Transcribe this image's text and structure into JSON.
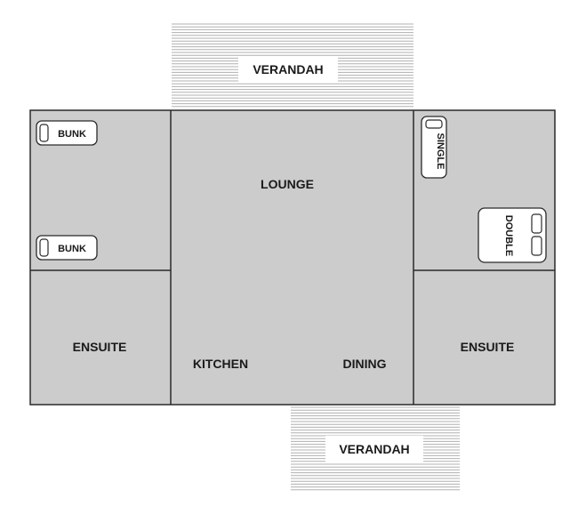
{
  "colors": {
    "floor": "#cccccc",
    "wall": "#2a2a2a",
    "bed": "#ffffff",
    "verandah_lines": "#b0b0b0",
    "background": "#ffffff"
  },
  "floorplan": {
    "verandahs": [
      {
        "label": "VERANDAH"
      },
      {
        "label": "VERANDAH"
      }
    ],
    "rooms": {
      "lounge": "LOUNGE",
      "kitchen": "KITCHEN",
      "dining": "DINING",
      "ensuite_left": "ENSUITE",
      "ensuite_right": "ENSUITE"
    },
    "beds": {
      "bunk_top": "BUNK",
      "bunk_bottom": "BUNK",
      "single": "SINGLE",
      "double": "DOUBLE"
    }
  }
}
